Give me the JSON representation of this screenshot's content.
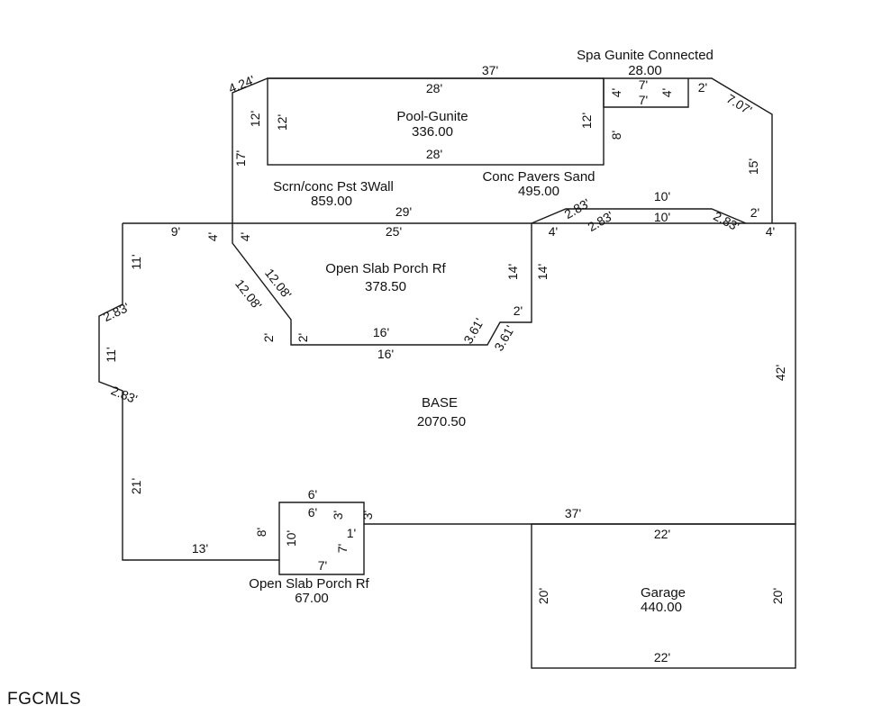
{
  "watermark": "FGCMLS",
  "areas": {
    "pool": {
      "name": "Pool-Gunite",
      "area": "336.00"
    },
    "spa": {
      "name": "Spa Gunite Connected",
      "area": "28.00"
    },
    "pavers": {
      "name": "Conc Pavers Sand",
      "area": "495.00"
    },
    "screen": {
      "name": "Scrn/conc Pst 3Wall",
      "area": "859.00"
    },
    "porch_rear": {
      "name": "Open Slab Porch Rf",
      "area": "378.50"
    },
    "base": {
      "name": "BASE",
      "area": "2070.50"
    },
    "porch_front": {
      "name": "Open Slab Porch Rf",
      "area": "67.00"
    },
    "garage": {
      "name": "Garage",
      "area": "440.00"
    }
  },
  "dimensions": {
    "d4_24": "4.24'",
    "d37_top": "37'",
    "d28_pool_top": "28'",
    "d28_pool_bot": "28'",
    "d12_a": "12'",
    "d12_b": "12'",
    "d12_c": "12'",
    "d17": "17'",
    "d8_right": "8'",
    "d4_spa_l": "4'",
    "d4_spa_r": "4'",
    "d7_spa_a": "7'",
    "d7_spa_b": "7'",
    "d2_spa": "2'",
    "d7_07": "7.07'",
    "d15": "15'",
    "d2_right": "2'",
    "d4_right": "4'",
    "d10_a": "10'",
    "d10_b": "10'",
    "d2_83_a": "2.83'",
    "d2_83_b": "2.83'",
    "d2_83_c": "2.83'",
    "d29": "29'",
    "d25": "25'",
    "d9": "9'",
    "d4_a": "4'",
    "d4_b": "4'",
    "d4_c": "4'",
    "d11_a": "11'",
    "d11_b": "11'",
    "d2_83_l1": "2.83'",
    "d2_83_l2": "2.83'",
    "d12_08_a": "12.08'",
    "d12_08_b": "12.08'",
    "d14_a": "14'",
    "d14_b": "14'",
    "d2_porch_r": "2'",
    "d3_61_a": "3.61'",
    "d3_61_b": "3.61'",
    "d16_a": "16'",
    "d16_b": "16'",
    "d2_porch_l1": "2'",
    "d2_porch_l2": "2'",
    "d42": "42'",
    "d21": "21'",
    "d13": "13'",
    "d6_a": "6'",
    "d6_b": "6'",
    "d3_a": "3'",
    "d3_b": "3'",
    "d1": "1'",
    "d8_porch": "8'",
    "d10_porch": "10'",
    "d7_porch_a": "7'",
    "d7_porch_b": "7'",
    "d37_bot": "37'",
    "d22_top": "22'",
    "d22_bot": "22'",
    "d20_l": "20'",
    "d20_r": "20'"
  }
}
